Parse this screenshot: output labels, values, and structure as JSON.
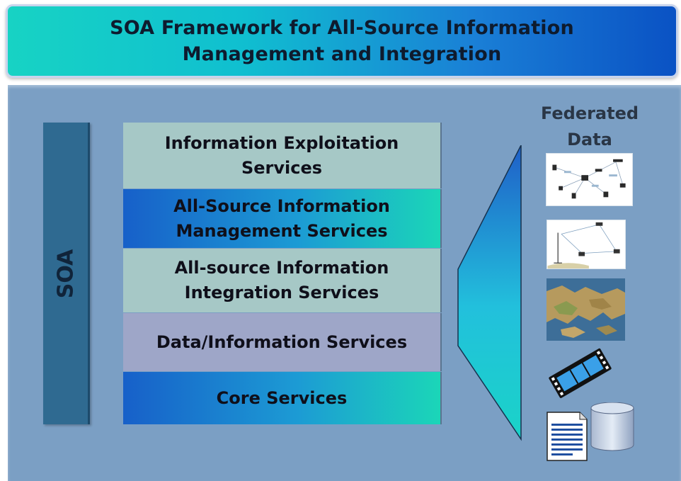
{
  "header": {
    "title_line1": "SOA Framework for All-Source Information",
    "title_line2": "Management and Integration"
  },
  "soa": {
    "label": "SOA"
  },
  "layers": [
    {
      "line1": "Information Exploitation",
      "line2": "Services"
    },
    {
      "line1": "All-Source Information",
      "line2": "Management Services"
    },
    {
      "line1": "All-source Information",
      "line2": "Integration Services"
    },
    {
      "line1": "Data/Information Services",
      "line2": ""
    },
    {
      "line1": "Core Services",
      "line2": ""
    }
  ],
  "federated": {
    "line1": "Federated",
    "line2": "Data"
  },
  "icons": {
    "diagram1": "network-diagram-icon",
    "diagram2": "communication-diagram-icon",
    "map": "map-icon",
    "video": "film-strip-icon",
    "document": "document-icon",
    "database": "database-icon"
  },
  "colors": {
    "panel": "#7b9fc4",
    "soa_bar": "#2f6a91",
    "layer_teal": "#a6c8c6",
    "layer_lavender": "#9ea6c8",
    "gradient_blue": "#1760c9",
    "gradient_teal": "#1bd6b8"
  }
}
